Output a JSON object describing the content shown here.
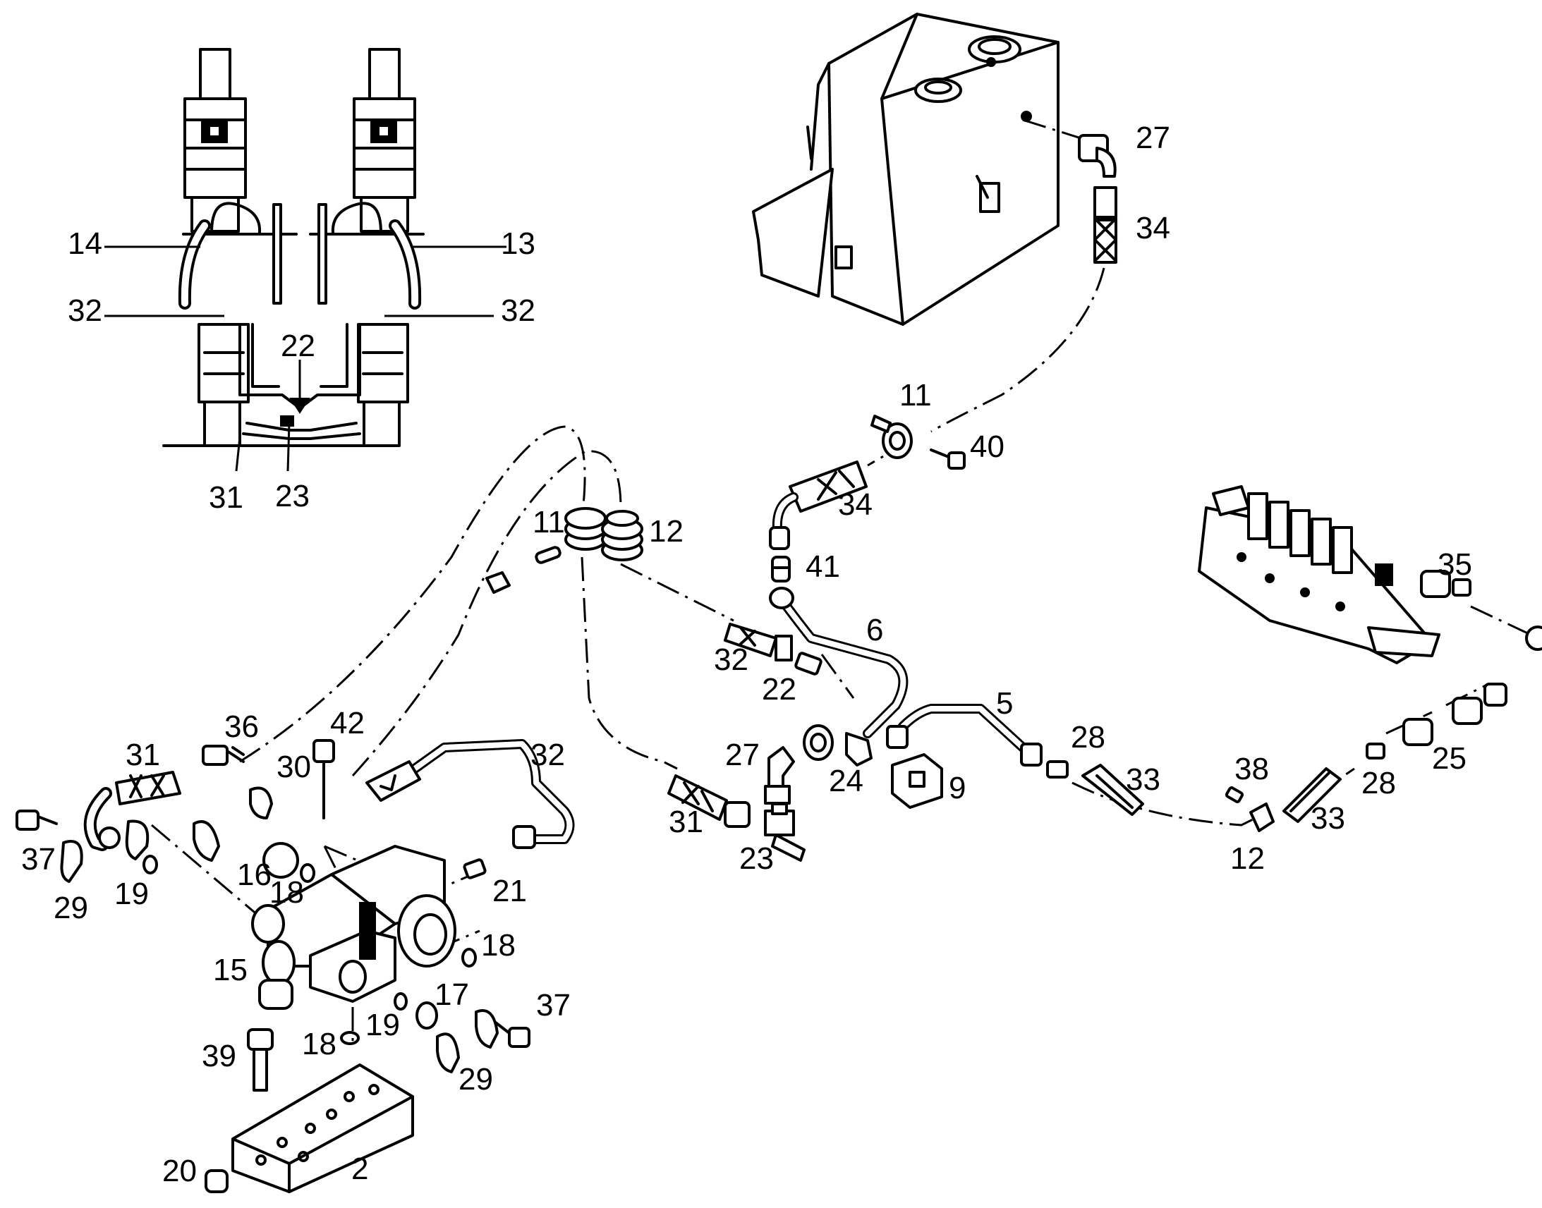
{
  "callouts": {
    "inset_14": "14",
    "inset_13": "13",
    "inset_32a": "32",
    "inset_32b": "32",
    "inset_22": "22",
    "inset_31": "31",
    "inset_23": "23",
    "tank_27": "27",
    "tank_34": "34",
    "clamp_11": "11",
    "bolt_40": "40",
    "hose_34": "34",
    "clamp_11b": "11",
    "clamp_12": "12",
    "nipple_41": "41",
    "tube_6": "6",
    "valve_35": "35",
    "hose_32": "32",
    "fit_22": "22",
    "tube_5": "5",
    "fit_28a": "28",
    "hose_33a": "33",
    "screw_38": "38",
    "clamp_12b": "12",
    "hose_33b": "33",
    "fit_28b": "28",
    "nut_25": "25",
    "elbow_27": "27",
    "elbow_24": "24",
    "block_9": "9",
    "hose_31": "31",
    "tee_23": "23",
    "bolt_36": "36",
    "hose_31b": "31",
    "bolt_42": "42",
    "pipe_32": "32",
    "flange_30": "30",
    "bolt_37a": "37",
    "flange_29a": "29",
    "oring_19a": "19",
    "seal_16": "16",
    "oring_18a": "18",
    "fit_21": "21",
    "oring_18b": "18",
    "pump_15": "15",
    "flange_17": "17",
    "oring_19b": "19",
    "bolt_37b": "37",
    "bolt_39": "39",
    "oring_18c": "18",
    "flange_29b": "29",
    "plug_20": "20",
    "bracket_2": "2"
  }
}
